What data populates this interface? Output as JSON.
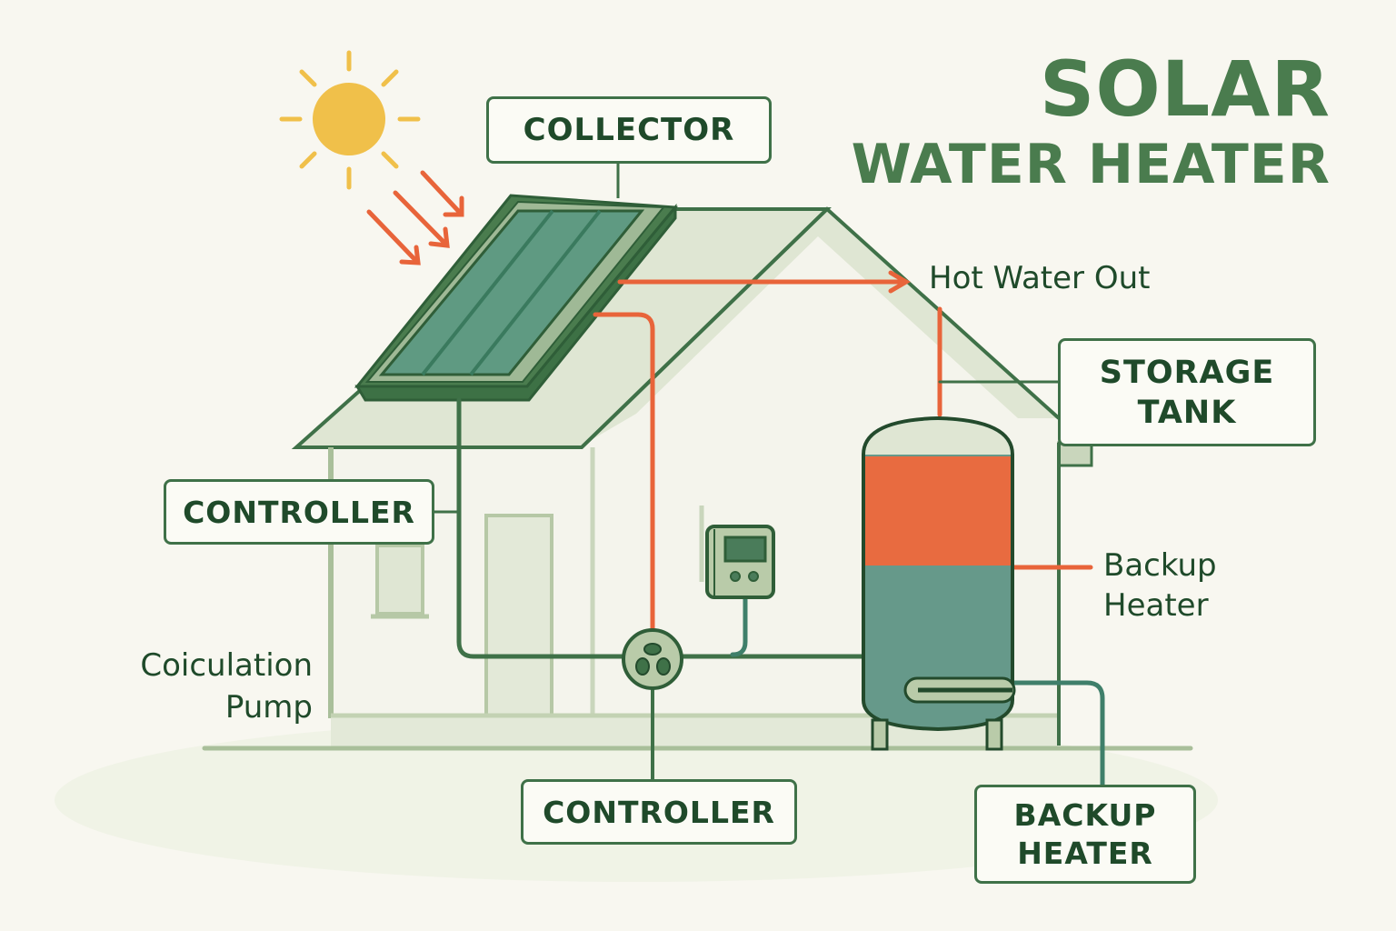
{
  "title": {
    "line1": "SOLAR",
    "line2": "WATER HEATER"
  },
  "labels": {
    "collector": "COLLECTOR",
    "controller_left": "CONTROLLER",
    "controller_bottom": "CONTROLLER",
    "storage_tank_line1": "STORAGE",
    "storage_tank_line2": "TANK",
    "backup_heater_box_line1": "BACKUP",
    "backup_heater_box_line2": "HEATER",
    "hot_water_out": "Hot Water Out",
    "backup_heater_side_line1": "Backup",
    "backup_heater_side_line2": "Heater",
    "circulation_pump_line1": "Coiculation",
    "circulation_pump_line2": "Pump"
  },
  "icons": {
    "sun": "sun-icon",
    "sun_rays": "arrow-down-right-icon",
    "collector": "solar-panel-icon",
    "pump": "pump-fan-icon",
    "controller_device": "controller-display-icon",
    "tank": "storage-tank-icon",
    "heating_element": "heating-element-icon"
  },
  "colors": {
    "background": "#f8f7f0",
    "title_green": "#4a7c4e",
    "dark_green": "#2f5e38",
    "line_green": "#3f7148",
    "panel_teal": "#5f9a82",
    "house_fill": "#e3e9d8",
    "hot_orange": "#e8643a",
    "sun_yellow": "#f0c04a",
    "tank_teal": "#66998a",
    "tank_hot": "#e86b40"
  }
}
